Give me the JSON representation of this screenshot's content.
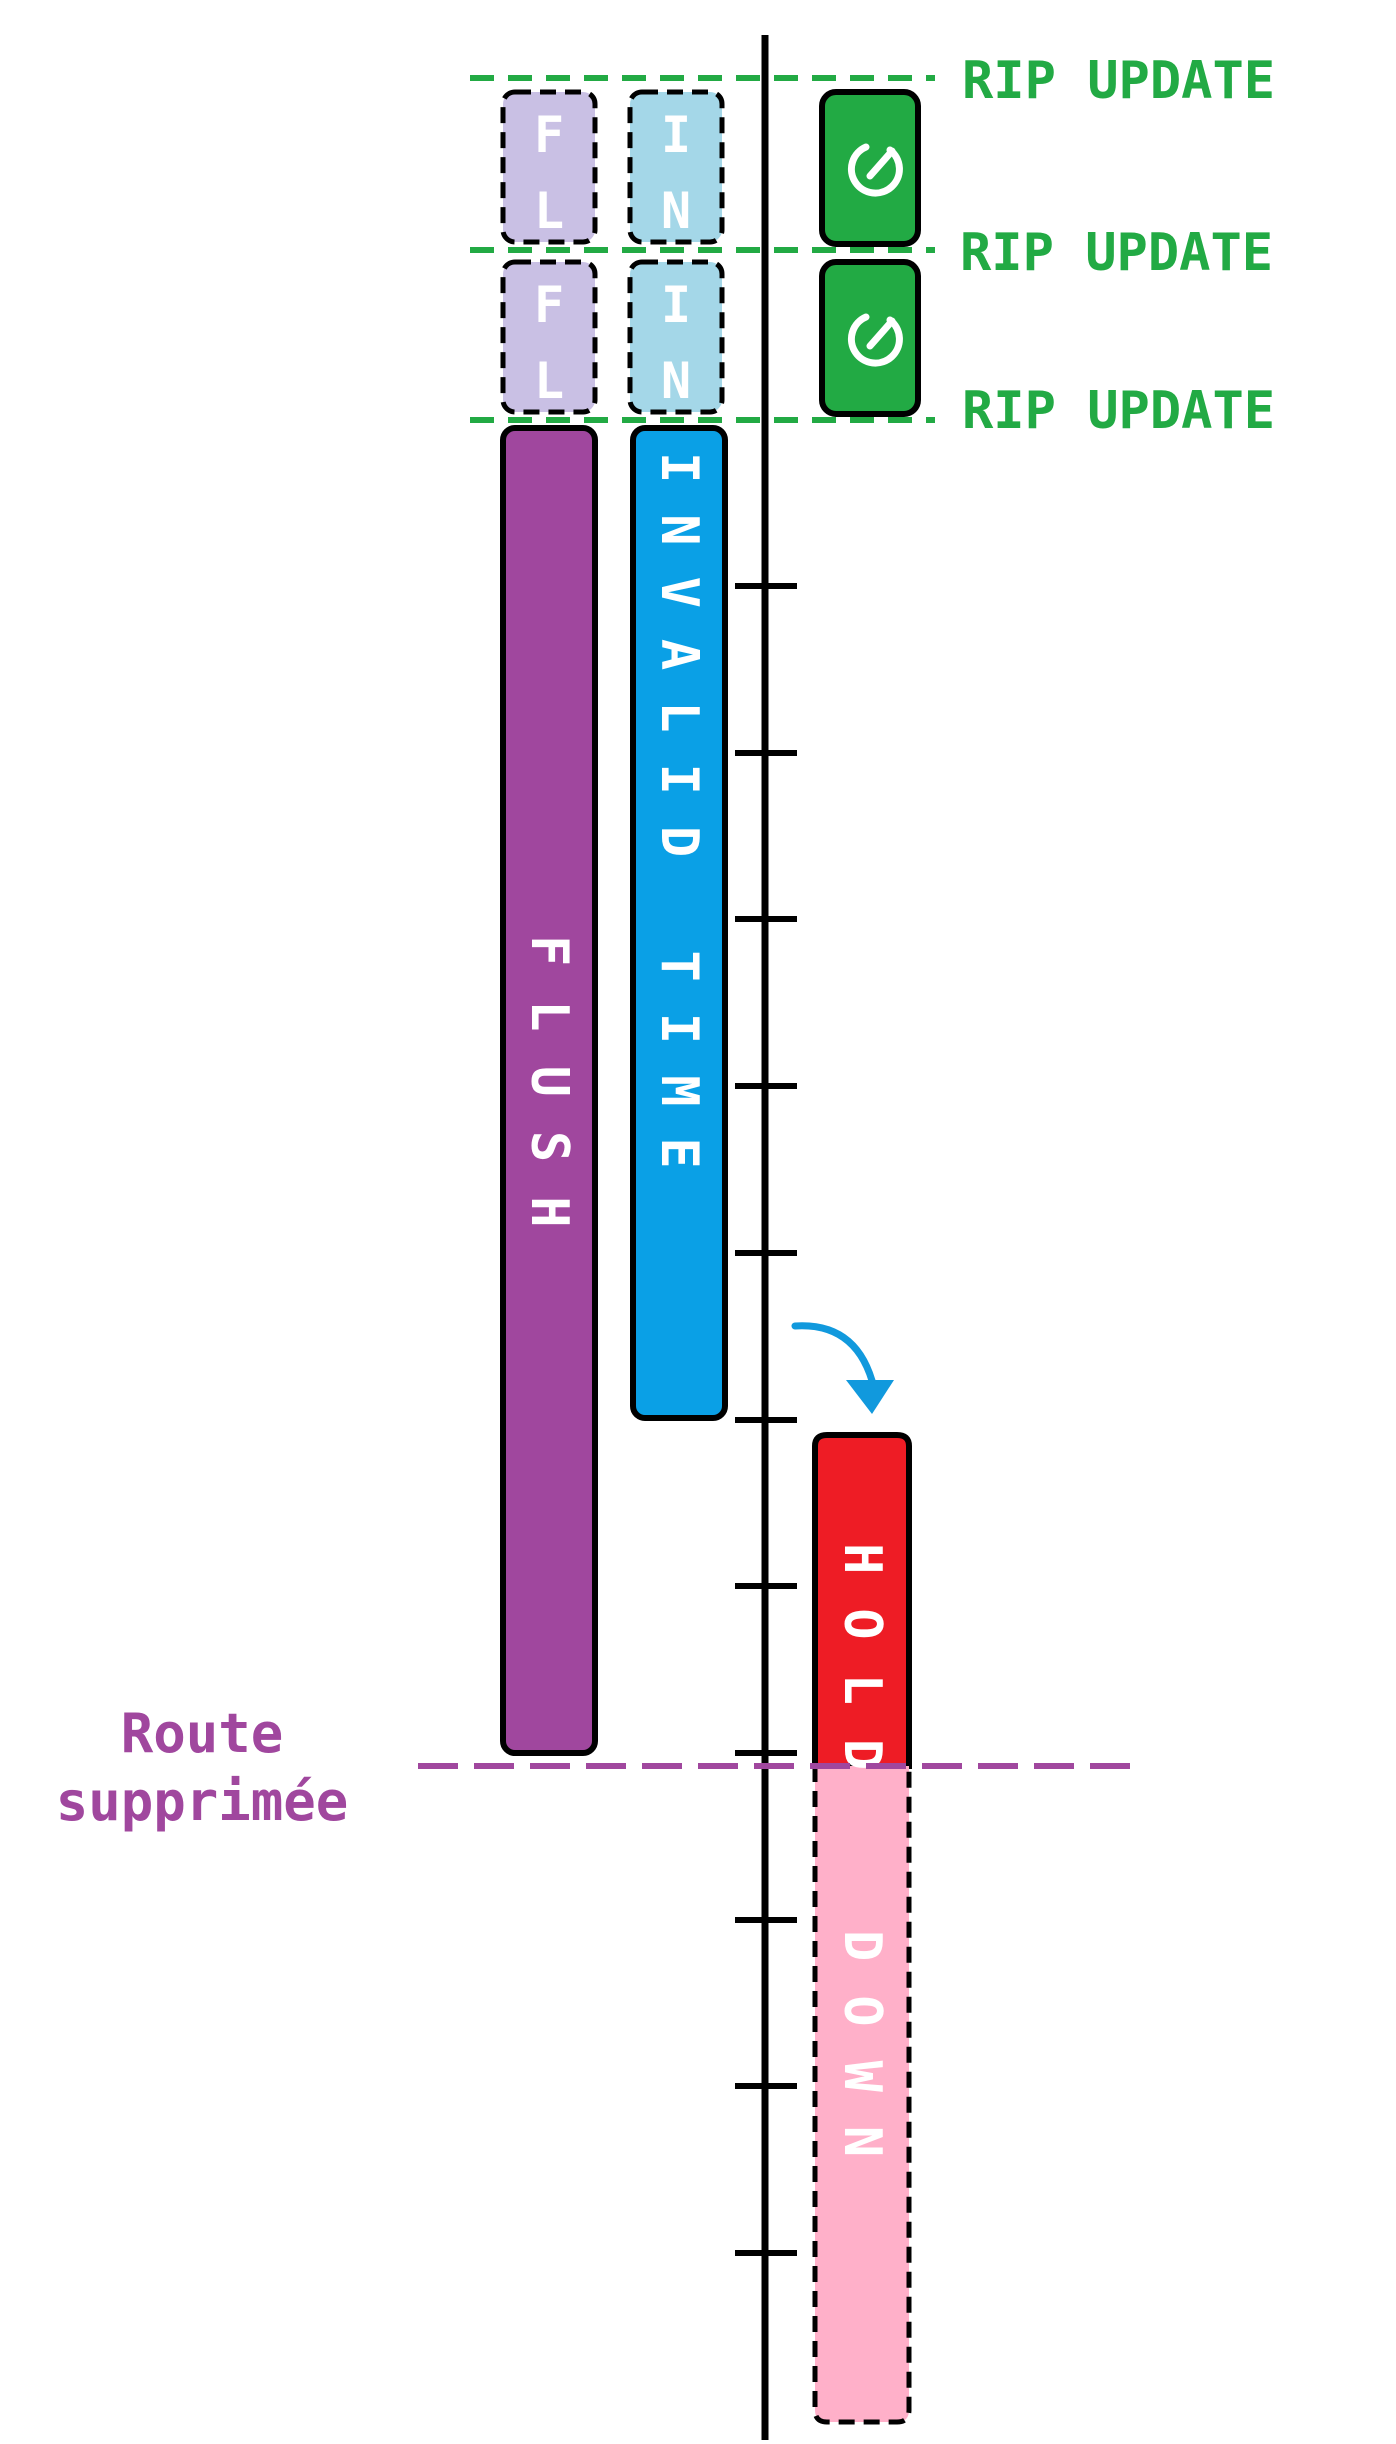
{
  "rip_updates": [
    "RIP UPDATE",
    "RIP UPDATE",
    "RIP UPDATE"
  ],
  "timers": {
    "flush_short": [
      "F",
      "L"
    ],
    "invalid_short": [
      "I",
      "N"
    ],
    "flush_full": "FLUSH",
    "invalid_full": "INVALID TIME",
    "hold": "HOLD",
    "down": "DOWN"
  },
  "route_removed": [
    "Route",
    "supprimée"
  ],
  "icons": {
    "update_icon": "refresh-icon",
    "transition_arrow": "curved-arrow-icon"
  },
  "colors": {
    "rip_green": "#22aa44",
    "flush_purple": "#a0479e",
    "flush_light": "#c9c0e4",
    "invalid_blue": "#0aa0e6",
    "invalid_light": "#a4d7e8",
    "hold_red": "#ee1c25",
    "down_pink": "#ffb0c9",
    "route_purple": "#a0479e",
    "arrow_blue": "#1199dd"
  }
}
